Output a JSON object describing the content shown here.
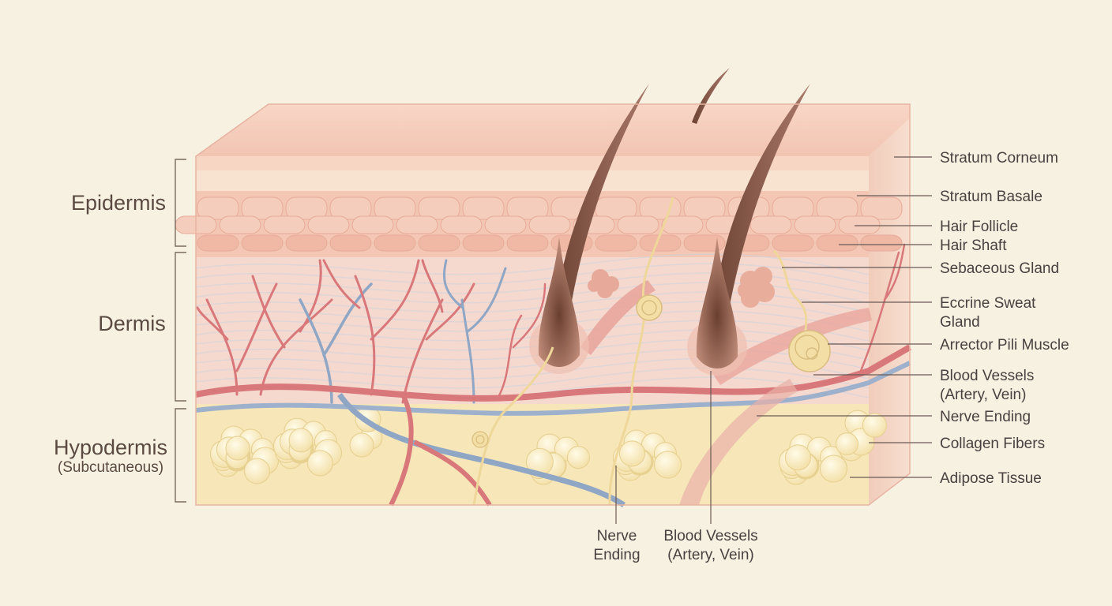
{
  "layers": {
    "epidermis": "Epidermis",
    "dermis": "Dermis",
    "hypodermis": "Hypodermis",
    "hypodermis_sub": "(Subcutaneous)"
  },
  "labels_right": {
    "stratum_corneum": "Stratum Corneum",
    "stratum_basale": "Stratum Basale",
    "hair_follicle": "Hair Follicle",
    "hair_shaft": "Hair Shaft",
    "sebaceous_gland": "Sebaceous Gland",
    "eccrine_line1": "Eccrine Sweat",
    "eccrine_line2": "Gland",
    "arrector_pili": "Arrector Pili Muscle",
    "blood_vessels_line1": "Blood Vessels",
    "blood_vessels_line2": "(Artery, Vein)",
    "nerve_ending": "Nerve Ending",
    "collagen_fibers": "Collagen Fibers",
    "adipose_tissue": "Adipose Tissue"
  },
  "labels_bottom": {
    "nerve_line1": "Nerve",
    "nerve_line2": "Ending",
    "blood_line1": "Blood Vessels",
    "blood_line2": "(Artery, Vein)"
  },
  "colors": {
    "background": "#f7f1e2",
    "epidermis": "#f3c7b4",
    "dermis": "#f5d6cc",
    "hypodermis": "#f6e6b8",
    "artery": "#d9787a",
    "vein": "#8fa6c4",
    "hair": "#8a5a48",
    "nerve": "#efd79a"
  }
}
